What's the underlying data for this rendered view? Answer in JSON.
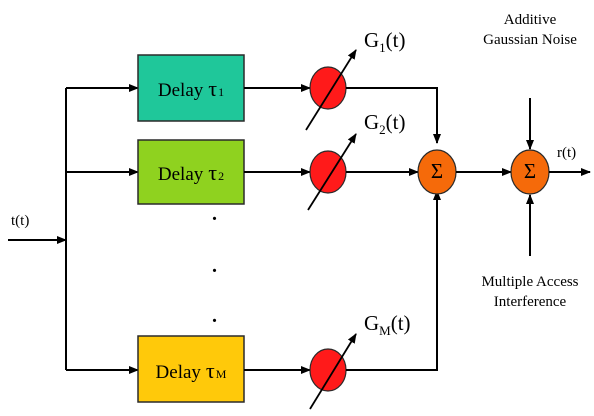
{
  "input": {
    "label": "t(t)"
  },
  "output": {
    "label": "r(t)"
  },
  "delays": [
    {
      "label": "Delay",
      "symbol": "τ",
      "sub": "1",
      "color": "#1fc79a"
    },
    {
      "label": "Delay",
      "symbol": "τ",
      "sub": "2",
      "color": "#8fd21f"
    },
    {
      "label": "Delay",
      "symbol": "τ",
      "sub": "M",
      "color": "#ffc90a"
    }
  ],
  "gains": [
    {
      "base": "G",
      "sub": "1",
      "suffix": "(t)"
    },
    {
      "base": "G",
      "sub": "2",
      "suffix": "(t)"
    },
    {
      "base": "G",
      "sub": "M",
      "suffix": "(t)"
    }
  ],
  "sum_symbol": "Σ",
  "noise_label": "Additive Gaussian Noise",
  "interference_label": "Multiple Access Interference",
  "ellipsis": [
    ".",
    ".",
    "."
  ],
  "colors": {
    "gain_fill": "#ff1a1a",
    "summer_fill": "#f56a0a",
    "line": "#000000"
  }
}
